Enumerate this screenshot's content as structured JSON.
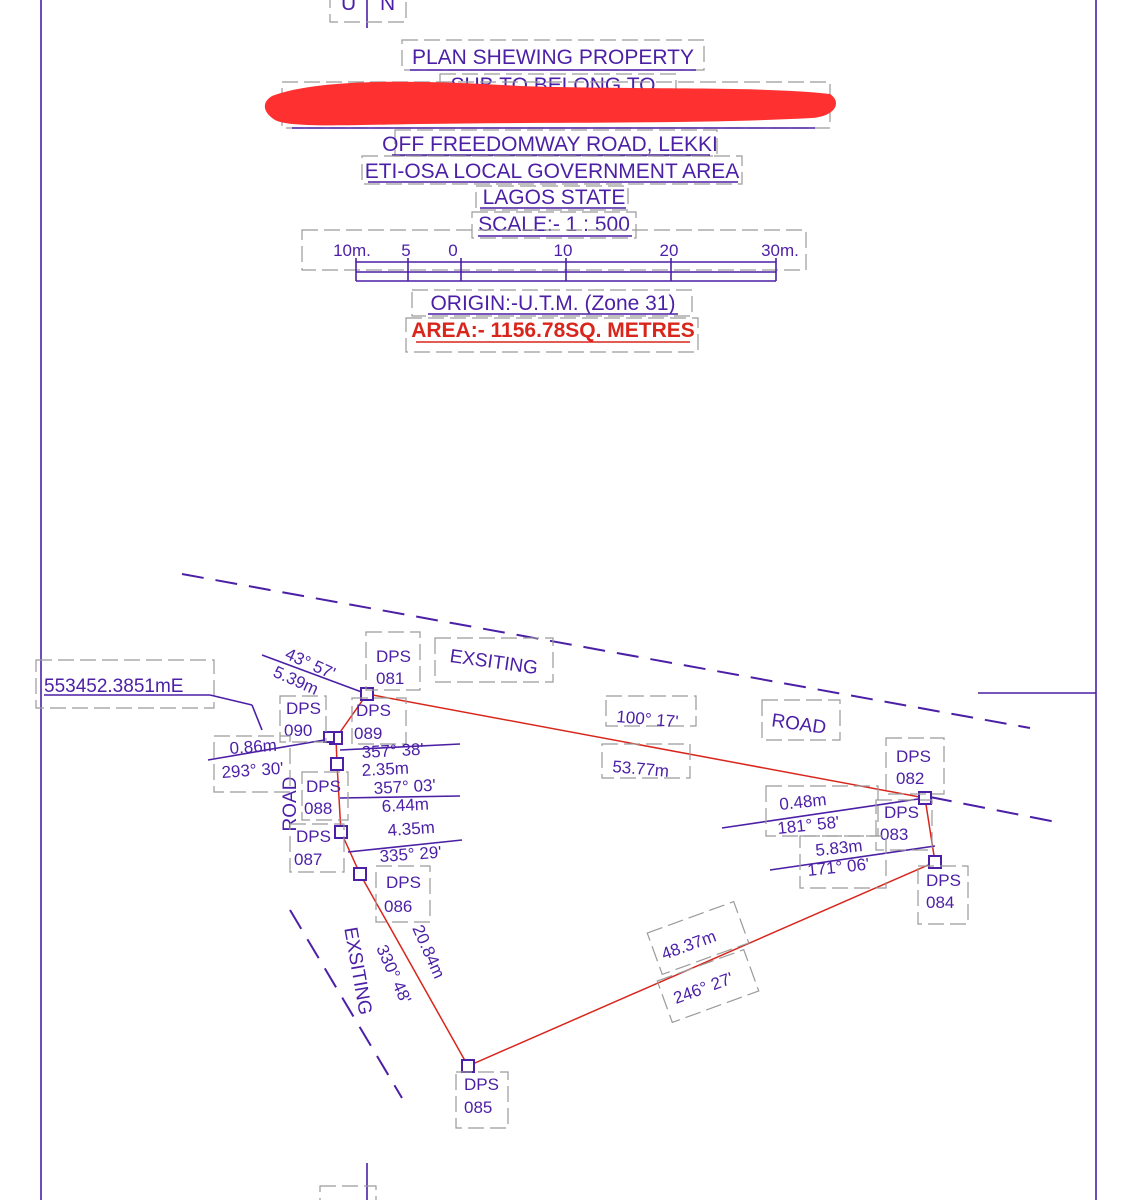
{
  "north": {
    "left": "U",
    "right": "N"
  },
  "title": {
    "line1": "PLAN  SHEWING  PROPERTY",
    "line2": "SUB  TO BELONG TO",
    "line4": "OFF FREEDOMWAY ROAD, LEKKI",
    "line5": "ETI-OSA LOCAL GOVERNMENT AREA",
    "line6": "LAGOS  STATE",
    "scale": "SCALE:- 1 : 500"
  },
  "scale_bar": {
    "ticks": [
      "10m.",
      "5",
      "0",
      "10",
      "20",
      "30m."
    ]
  },
  "origin": "ORIGIN:-U.T.M. (Zone 31)",
  "area": "AREA:- 1156.78SQ. METRES",
  "easting": "553452.3851mE",
  "roads": {
    "top_word1": "EXSITING",
    "top_word2": "ROAD",
    "left_word1": "ROAD",
    "left_word2": "EXSITING"
  },
  "beacons": [
    {
      "id": "081",
      "prefix": "DPS"
    },
    {
      "id": "082",
      "prefix": "DPS"
    },
    {
      "id": "083",
      "prefix": "DPS"
    },
    {
      "id": "084",
      "prefix": "DPS"
    },
    {
      "id": "085",
      "prefix": "DPS"
    },
    {
      "id": "086",
      "prefix": "DPS"
    },
    {
      "id": "087",
      "prefix": "DPS"
    },
    {
      "id": "088",
      "prefix": "DPS"
    },
    {
      "id": "089",
      "prefix": "DPS"
    },
    {
      "id": "090",
      "prefix": "DPS"
    }
  ],
  "legs": {
    "l081_082": {
      "bearing": "100° 17'",
      "distance": "53.77m"
    },
    "l083": {
      "distance": "0.48m",
      "bearing": "181° 58'"
    },
    "l084": {
      "distance": "5.83m",
      "bearing": "171° 06'"
    },
    "l085": {
      "distance": "48.37m",
      "bearing": "246° 27'"
    },
    "l086": {
      "distance": "20.84m",
      "bearing": "330° 48'"
    },
    "l087": {
      "distance": "4.35m",
      "bearing": "335° 29'"
    },
    "l088": {
      "distance": "6.44m",
      "bearing": "357° 03'"
    },
    "l089": {
      "bearing": "357° 38'",
      "distance": "2.35m"
    },
    "l090": {
      "distance": "0.86m",
      "bearing": "293° 30'"
    },
    "l081": {
      "bearing": "43° 57'",
      "distance": "5.39m"
    }
  },
  "colors": {
    "ink": "#4b1fa6",
    "boundary": "#d9261c",
    "redaction": "#ff3030"
  }
}
